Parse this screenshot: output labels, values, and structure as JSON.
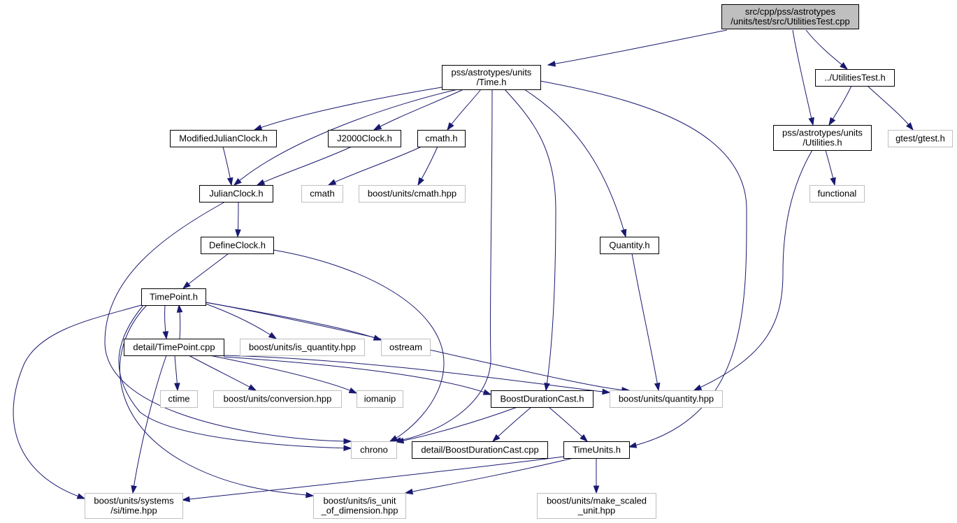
{
  "colors": {
    "edge": "#191970",
    "root_fill": "#bfbfbf",
    "root_stroke": "#000000",
    "local_stroke": "#000000",
    "external_stroke": "#bfbfbf",
    "external_text": "#000000"
  },
  "nodes": [
    {
      "id": "root",
      "kind": "root",
      "lines": [
        "src/cpp/pss/astrotypes",
        "/units/test/src/UtilitiesTest.cpp"
      ]
    },
    {
      "id": "time_h",
      "kind": "local",
      "lines": [
        "pss/astrotypes/units",
        "/Time.h"
      ]
    },
    {
      "id": "utilitiestest_h",
      "kind": "local",
      "lines": [
        "../UtilitiesTest.h"
      ]
    },
    {
      "id": "utilities_h",
      "kind": "local",
      "lines": [
        "pss/astrotypes/units",
        "/Utilities.h"
      ]
    },
    {
      "id": "gtest",
      "kind": "external",
      "lines": [
        "gtest/gtest.h"
      ]
    },
    {
      "id": "modified_julian",
      "kind": "local",
      "lines": [
        "ModifiedJulianClock.h"
      ]
    },
    {
      "id": "j2000",
      "kind": "local",
      "lines": [
        "J2000Clock.h"
      ]
    },
    {
      "id": "cmath_h",
      "kind": "local",
      "lines": [
        "cmath.h"
      ]
    },
    {
      "id": "julian",
      "kind": "local",
      "lines": [
        "JulianClock.h"
      ]
    },
    {
      "id": "cmath",
      "kind": "external",
      "lines": [
        "cmath"
      ]
    },
    {
      "id": "cmath_hpp",
      "kind": "external",
      "lines": [
        "boost/units/cmath.hpp"
      ]
    },
    {
      "id": "functional",
      "kind": "external",
      "lines": [
        "functional"
      ]
    },
    {
      "id": "define_clock",
      "kind": "local",
      "lines": [
        "DefineClock.h"
      ]
    },
    {
      "id": "quantity_h",
      "kind": "local",
      "lines": [
        "Quantity.h"
      ]
    },
    {
      "id": "timepoint_h",
      "kind": "local",
      "lines": [
        "TimePoint.h"
      ]
    },
    {
      "id": "timepoint_cpp",
      "kind": "local",
      "lines": [
        "detail/TimePoint.cpp"
      ]
    },
    {
      "id": "is_quantity",
      "kind": "external",
      "lines": [
        "boost/units/is_quantity.hpp"
      ]
    },
    {
      "id": "ostream",
      "kind": "external",
      "lines": [
        "ostream"
      ]
    },
    {
      "id": "ctime",
      "kind": "external",
      "lines": [
        "ctime"
      ]
    },
    {
      "id": "conversion",
      "kind": "external",
      "lines": [
        "boost/units/conversion.hpp"
      ]
    },
    {
      "id": "iomanip",
      "kind": "external",
      "lines": [
        "iomanip"
      ]
    },
    {
      "id": "boost_duration_cast_h",
      "kind": "local",
      "lines": [
        "BoostDurationCast.h"
      ]
    },
    {
      "id": "quantity_hpp",
      "kind": "external",
      "lines": [
        "boost/units/quantity.hpp"
      ]
    },
    {
      "id": "chrono",
      "kind": "external",
      "lines": [
        "chrono"
      ]
    },
    {
      "id": "boost_duration_cast_cpp",
      "kind": "local",
      "lines": [
        "detail/BoostDurationCast.cpp"
      ]
    },
    {
      "id": "time_units",
      "kind": "local",
      "lines": [
        "TimeUnits.h"
      ]
    },
    {
      "id": "si_time",
      "kind": "external",
      "lines": [
        "boost/units/systems",
        "/si/time.hpp"
      ]
    },
    {
      "id": "is_unit_of_dim",
      "kind": "external",
      "lines": [
        "boost/units/is_unit",
        "_of_dimension.hpp"
      ]
    },
    {
      "id": "make_scaled_unit",
      "kind": "external",
      "lines": [
        "boost/units/make_scaled",
        "_unit.hpp"
      ]
    }
  ],
  "edges": [
    {
      "from": "root",
      "to": "time_h"
    },
    {
      "from": "root",
      "to": "utilitiestest_h"
    },
    {
      "from": "root",
      "to": "utilities_h"
    },
    {
      "from": "utilitiestest_h",
      "to": "utilities_h"
    },
    {
      "from": "utilitiestest_h",
      "to": "gtest"
    },
    {
      "from": "utilities_h",
      "to": "functional"
    },
    {
      "from": "utilities_h",
      "to": "quantity_hpp"
    },
    {
      "from": "time_h",
      "to": "modified_julian"
    },
    {
      "from": "time_h",
      "to": "j2000"
    },
    {
      "from": "time_h",
      "to": "cmath_h"
    },
    {
      "from": "time_h",
      "to": "julian"
    },
    {
      "from": "time_h",
      "to": "chrono"
    },
    {
      "from": "time_h",
      "to": "boost_duration_cast_h"
    },
    {
      "from": "time_h",
      "to": "quantity_h"
    },
    {
      "from": "time_h",
      "to": "time_units"
    },
    {
      "from": "modified_julian",
      "to": "julian"
    },
    {
      "from": "j2000",
      "to": "julian"
    },
    {
      "from": "cmath_h",
      "to": "cmath"
    },
    {
      "from": "cmath_h",
      "to": "cmath_hpp"
    },
    {
      "from": "julian",
      "to": "define_clock"
    },
    {
      "from": "julian",
      "to": "chrono"
    },
    {
      "from": "define_clock",
      "to": "timepoint_h"
    },
    {
      "from": "define_clock",
      "to": "chrono"
    },
    {
      "from": "quantity_h",
      "to": "quantity_hpp"
    },
    {
      "from": "timepoint_h",
      "to": "timepoint_cpp"
    },
    {
      "from": "timepoint_cpp",
      "to": "timepoint_h"
    },
    {
      "from": "timepoint_h",
      "to": "is_quantity"
    },
    {
      "from": "timepoint_h",
      "to": "ostream"
    },
    {
      "from": "timepoint_h",
      "to": "quantity_hpp"
    },
    {
      "from": "timepoint_h",
      "to": "chrono"
    },
    {
      "from": "timepoint_h",
      "to": "si_time"
    },
    {
      "from": "timepoint_h",
      "to": "is_unit_of_dim"
    },
    {
      "from": "timepoint_cpp",
      "to": "ctime"
    },
    {
      "from": "timepoint_cpp",
      "to": "conversion"
    },
    {
      "from": "timepoint_cpp",
      "to": "iomanip"
    },
    {
      "from": "timepoint_cpp",
      "to": "boost_duration_cast_h"
    },
    {
      "from": "timepoint_cpp",
      "to": "quantity_hpp"
    },
    {
      "from": "timepoint_cpp",
      "to": "si_time"
    },
    {
      "from": "boost_duration_cast_h",
      "to": "chrono"
    },
    {
      "from": "boost_duration_cast_h",
      "to": "boost_duration_cast_cpp"
    },
    {
      "from": "boost_duration_cast_h",
      "to": "time_units"
    },
    {
      "from": "time_units",
      "to": "si_time"
    },
    {
      "from": "time_units",
      "to": "is_unit_of_dim"
    },
    {
      "from": "time_units",
      "to": "make_scaled_unit"
    }
  ]
}
